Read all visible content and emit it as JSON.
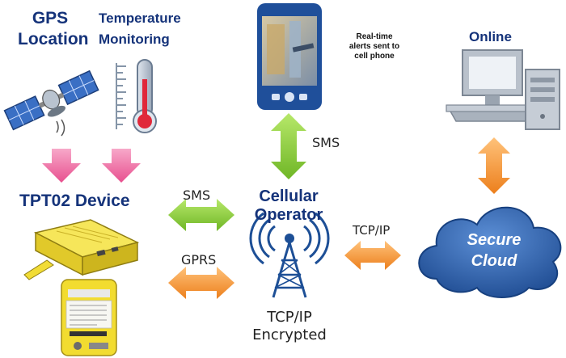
{
  "labels": {
    "gps_line1": "GPS",
    "gps_line2": "Location",
    "temp_line1": "Temperature",
    "temp_line2": "Monitoring",
    "alert_line1": "Real-time",
    "alert_line2": "alerts sent to",
    "alert_line3": "cell phone",
    "online": "Online",
    "device": "TPT02 Device",
    "cellular_line1": "Cellular",
    "cellular_line2": "Operator",
    "sms_top": "SMS",
    "sms_left": "SMS",
    "gprs": "GPRS",
    "tcpip_right": "TCP/IP",
    "tcpip_bottom_line1": "TCP/IP",
    "tcpip_bottom_line2": "Encrypted",
    "cloud_line1": "Secure",
    "cloud_line2": "Cloud"
  },
  "colors": {
    "title_blue": "#15337a",
    "green_arrow": "#8ed13a",
    "orange_arrow": "#f39a3c",
    "pink_arrow": "#ef6fa6",
    "cloud_blue": "#2f5ea6",
    "tower_blue": "#1d4f96",
    "device_yellow": "#f1dc36"
  }
}
